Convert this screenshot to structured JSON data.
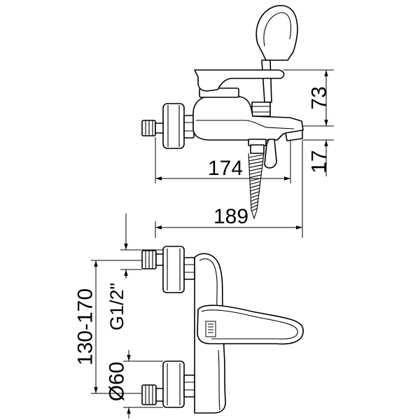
{
  "dimensions": {
    "height_73": "73",
    "height_17": "17",
    "length_174": "174",
    "length_189": "189",
    "spacing": "130-170",
    "thread": "G1/2\"",
    "diameter": "Ø60"
  },
  "colors": {
    "line": "#000000",
    "background": "#ffffff"
  }
}
